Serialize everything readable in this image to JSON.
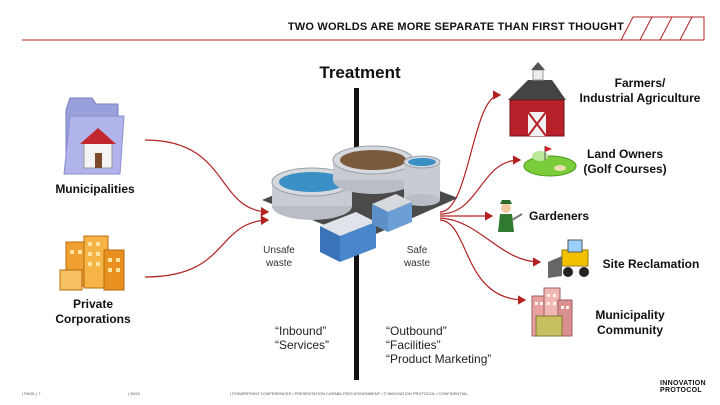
{
  "header": {
    "title": "TWO WORLDS ARE MORE SEPARATE THAN FIRST THOUGHT"
  },
  "center": {
    "title": "Treatment",
    "unsafe": "Unsafe\nwaste",
    "safe": "Safe\nwaste"
  },
  "sources": [
    {
      "label": "Municipalities",
      "icon": "house-folder-icon"
    },
    {
      "label": "Private\nCorporations",
      "icon": "buildings-icon"
    }
  ],
  "destinations": [
    {
      "label": "Farmers/\nIndustrial Agriculture",
      "icon": "barn-icon"
    },
    {
      "label": "Land Owners\n(Golf Courses)",
      "icon": "golf-course-icon"
    },
    {
      "label": "Gardeners",
      "icon": "gardener-icon"
    },
    {
      "label": "Site Reclamation",
      "icon": "bulldozer-icon"
    },
    {
      "label": "Municipality\nCommunity",
      "icon": "city-icon"
    }
  ],
  "quotes": {
    "inbound": "“Inbound”\n“Services”",
    "outbound": "“Outbound”\n“Facilities”\n“Product Marketing”"
  },
  "footer": {
    "page": "| PAGE | 7",
    "date": "| 05/12",
    "confidential": "| POWERPOINT CONFERENCES / PRESENTATION CAPABILITIES ASSIGNMENT / © INNOVATION PROTOCOL / CONFIDENTIAL",
    "logo": "INNOVATION\nPROTOCOL"
  },
  "colors": {
    "accent": "#b22222",
    "water": "#3a8fc4",
    "tank": "#c8ccd2"
  }
}
